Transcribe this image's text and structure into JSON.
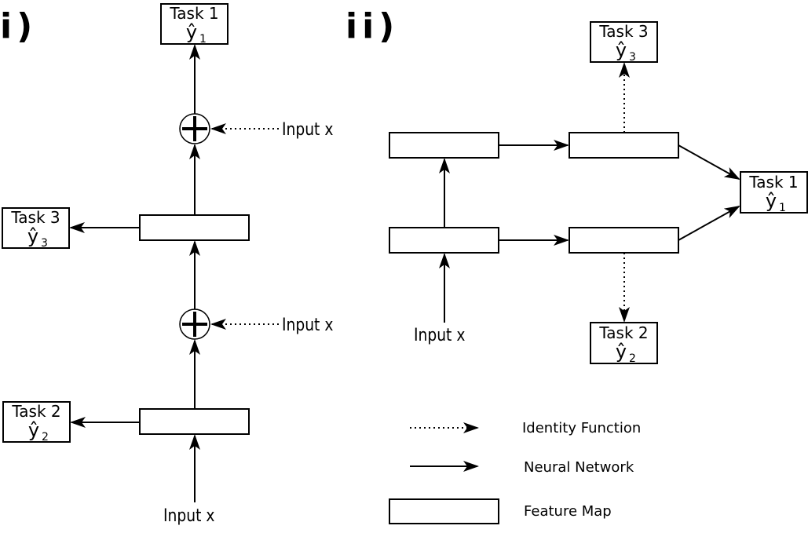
{
  "panel_i": {
    "label": "i)",
    "tasks": {
      "task1": {
        "name": "Task 1",
        "target": "ŷ",
        "sub": "1"
      },
      "task2": {
        "name": "Task 2",
        "target": "ŷ",
        "sub": "2"
      },
      "task3": {
        "name": "Task 3",
        "target": "ŷ",
        "sub": "3"
      }
    },
    "input_top": "Input  x",
    "input_mid": "Input  x",
    "input_bottom": "Input  x",
    "plus_symbol": "+"
  },
  "panel_ii": {
    "label": "ii)",
    "tasks": {
      "task1": {
        "name": "Task 1",
        "target": "ŷ",
        "sub": "1"
      },
      "task2": {
        "name": "Task 2",
        "target": "ŷ",
        "sub": "2"
      },
      "task3": {
        "name": "Task 3",
        "target": "ŷ",
        "sub": "3"
      }
    },
    "input": "Input  x"
  },
  "legend": {
    "identity": "Identity Function",
    "neural": "Neural Network",
    "feature": "Feature Map"
  }
}
